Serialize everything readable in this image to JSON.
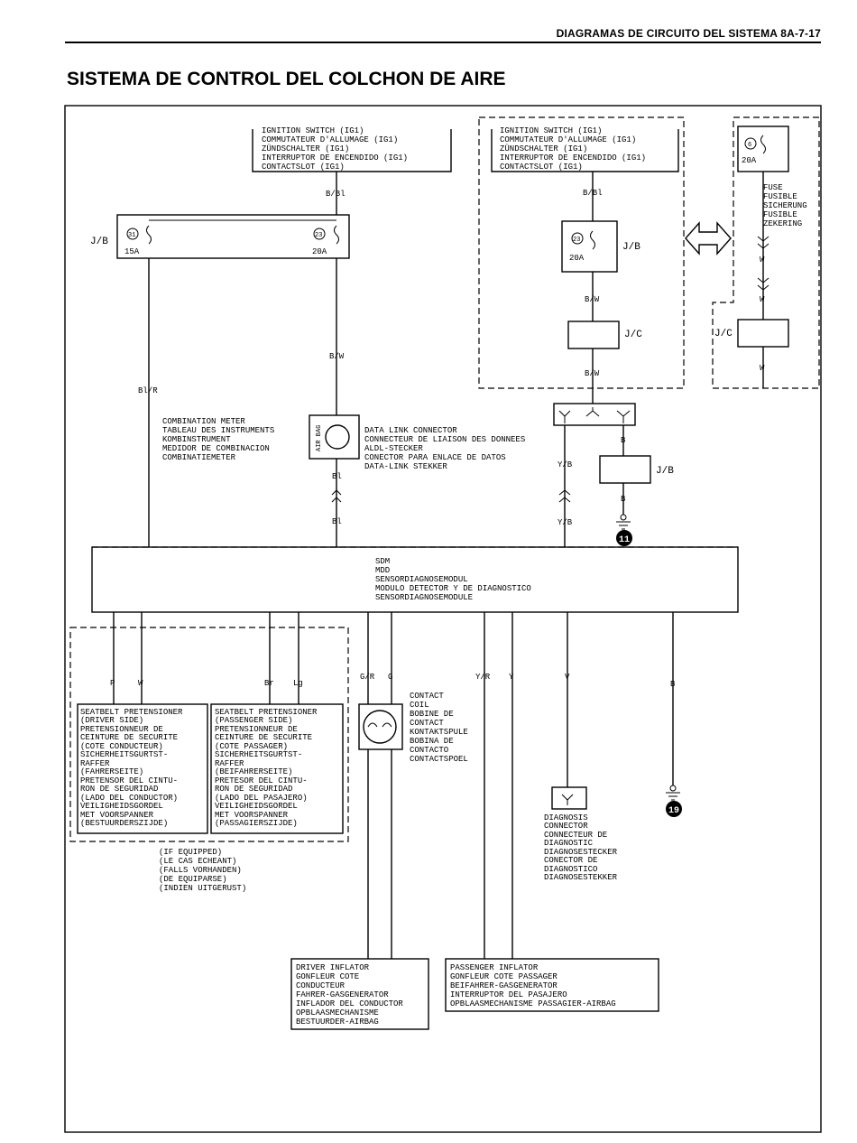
{
  "page": {
    "header": "DIAGRAMAS DE CIRCUITO DEL SISTEMA   8A-7-17",
    "title": "SISTEMA DE CONTROL DEL COLCHON DE AIRE"
  },
  "ignition_switch_labels": [
    "IGNITION SWITCH (IG1)",
    "COMMUTATEUR D'ALLUMAGE (IG1)",
    "ZÜNDSCHALTER (IG1)",
    "INTERRUPTOR DE ENCENDIDO (IG1)",
    "CONTACTSLOT (IG1)"
  ],
  "jb": {
    "label": "J/B",
    "fuse_left_num": "31",
    "fuse_left_amp": "15A",
    "fuse_right_num": "23",
    "fuse_right_amp": "20A"
  },
  "jb_right": {
    "label": "J/B",
    "fuse_num": "23",
    "fuse_amp": "20A"
  },
  "jc_label": "J/C",
  "fuse_box": {
    "num": "6",
    "amp": "20A",
    "labels": [
      "FUSE",
      "FUSIBLE",
      "SICHERUNG",
      "FUSIBLE",
      "ZEKERING"
    ]
  },
  "jc_far_label": "J/C",
  "jb_lower_label": "J/B",
  "wires": {
    "b_bl_left": "B/Bl",
    "b_bl_right": "B/Bl",
    "bl_r": "Bl/R",
    "b_w_left": "B/W",
    "b_w_right1": "B/W",
    "b_w_right2": "B/W",
    "w1": "W",
    "w2": "W",
    "w3": "W",
    "bl1": "Bl",
    "bl2": "Bl",
    "b1": "B",
    "b2": "B",
    "y_b1": "Y/B",
    "y_b2": "Y/B",
    "p": "P",
    "w_pret": "W",
    "br": "Br",
    "lg": "Lg",
    "g_r": "G/R",
    "g": "G",
    "y_r": "Y/R",
    "y": "Y",
    "v": "V",
    "b3": "B"
  },
  "combination_meter": [
    "COMBINATION METER",
    "TABLEAU DES INSTRUMENTS",
    "KOMBINSTRUMENT",
    "MEDIDOR DE COMBINACION",
    "COMBINATIEMETER"
  ],
  "airbag_lamp": "AIR BAG",
  "data_link": [
    "DATA LINK CONNECTOR",
    "CONNECTEUR DE LIAISON DES DONNEES",
    "ALDL-STECKER",
    "CONECTOR PARA ENLACE DE DATOS",
    "DATA-LINK STEKKER"
  ],
  "ground_11": "11",
  "ground_19": "19",
  "sdm": [
    "SDM",
    "MDD",
    "SENSORDIAGNOSEMODUL",
    "MODULO DETECTOR Y DE DIAGNOSTICO",
    "SENSORDIAGNOSEMODULE"
  ],
  "seatbelt_driver": [
    "SEATBELT PRETENSIONER",
    "(DRIVER SIDE)",
    "PRETENSIONNEUR DE",
    "CEINTURE DE SECURITE",
    "(COTE CONDUCTEUR)",
    "SICHERHEITSGURTST-",
    "RAFFER",
    "(FAHRERSEITE)",
    "PRETENSOR DEL CINTU-",
    "RON DE SEGURIDAD",
    "(LADO DEL CONDUCTOR)",
    "VEILIGHEIDSGORDEL",
    "MET VOORSPANNER",
    "(BESTUURDERSZIJDE)"
  ],
  "seatbelt_passenger": [
    "SEATBELT PRETENSIONER",
    "(PASSENGER SIDE)",
    "PRETENSIONNEUR DE",
    "CEINTURE DE SECURITE",
    "(COTE PASSAGER)",
    "SICHERHEITSGURTST-",
    "RAFFER",
    "(BEIFAHRERSEITE)",
    "PRETESOR DEL CINTU-",
    "RON DE SEGURIDAD",
    "(LADO DEL PASAJERO)",
    "VEILIGHEIDSGORDEL",
    "MET VOORSPANNER",
    "(PASSAGIERSZIJDE)"
  ],
  "if_equipped": [
    "(IF EQUIPPED)",
    "(LE CAS ECHEANT)",
    "(FALLS VORHANDEN)",
    "(DE EQUIPARSE)",
    "(INDIEN UITGERUST)"
  ],
  "contact_coil": [
    "CONTACT",
    "COIL",
    "BOBINE DE",
    "CONTACT",
    "KONTAKTSPULE",
    "BOBINA DE",
    "CONTACTO",
    "CONTACTSPOEL"
  ],
  "diagnosis_connector": [
    "DIAGNOSIS",
    "CONNECTOR",
    "CONNECTEUR DE",
    "DIAGNOSTIC",
    "DIAGNOSESTECKER",
    "CONECTOR DE",
    "DIAGNOSTICO",
    "DIAGNOSESTEKKER"
  ],
  "driver_inflator": [
    "DRIVER INFLATOR",
    "GONFLEUR COTE",
    "CONDUCTEUR",
    "FAHRER-GASGENERATOR",
    "INFLADOR DEL CONDUCTOR",
    "OPBLAASMECHANISME",
    "BESTUURDER-AIRBAG"
  ],
  "passenger_inflator": [
    "PASSENGER INFLATOR",
    "GONFLEUR COTE PASSAGER",
    "BEIFAHRER-GASGENERATOR",
    "INTERRUPTOR DEL PASAJERO",
    "OPBLAASMECHANISME PASSAGIER-AIRBAG"
  ]
}
